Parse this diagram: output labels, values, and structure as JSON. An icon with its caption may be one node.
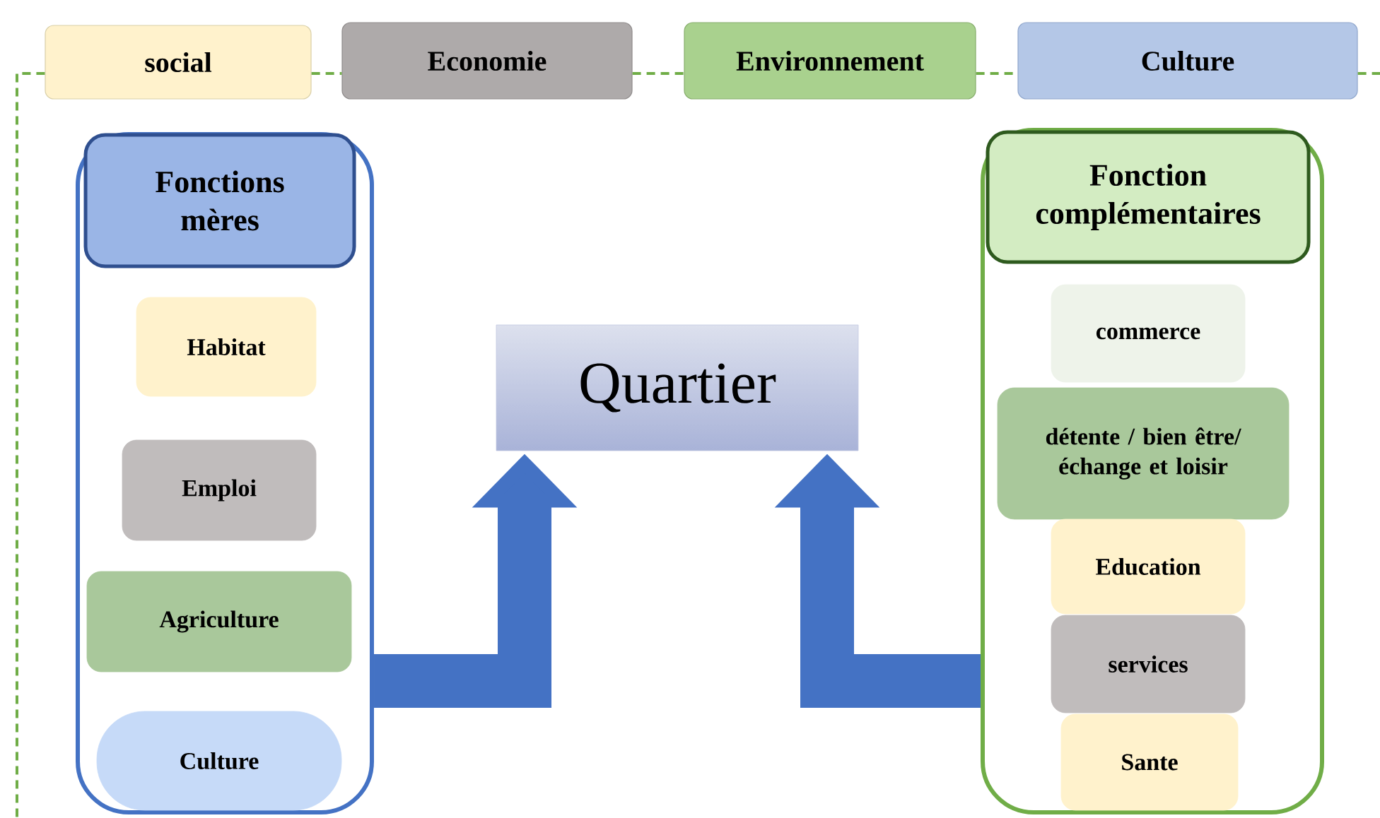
{
  "diagram": {
    "nodes": [
      {
        "text": [
          "social"
        ]
      },
      {
        "text": [
          "Economie"
        ]
      },
      {
        "text": [
          "Environnement"
        ]
      },
      {
        "text": [
          "Culture"
        ]
      },
      {
        "text": [],
        "shape": "box"
      },
      {
        "text": [
          "Fonctions mères"
        ],
        "in": 4
      },
      {
        "text": [
          "Habitat"
        ],
        "in": 4
      },
      {
        "text": [
          "Emploi"
        ],
        "in": 4
      },
      {
        "text": [
          "Agriculture"
        ],
        "in": 4
      },
      {
        "text": [
          "Culture"
        ],
        "in": 4
      },
      {
        "text": [
          "Quartier"
        ]
      },
      {
        "text": [],
        "shape": "box"
      },
      {
        "text": [
          "Fonction complémentaires"
        ],
        "in": 11
      },
      {
        "text": [
          "commerce"
        ],
        "in": 11
      },
      {
        "text": [
          "détente / bien être/ échange et loisir"
        ],
        "in": 11
      },
      {
        "text": [
          "Education"
        ],
        "in": 11
      },
      {
        "text": [
          "services"
        ],
        "in": 11
      },
      {
        "text": [
          "Sante"
        ],
        "in": 11
      }
    ],
    "edges": [
      {
        "from": 0,
        "to": null,
        "arrow": "none",
        "style": "dashed",
        "color": "#70ad47"
      },
      {
        "from": 0,
        "to": 1,
        "arrow": "none",
        "style": "dashed",
        "color": "#70ad47"
      },
      {
        "from": 1,
        "to": 2,
        "arrow": "none",
        "style": "dashed",
        "color": "#70ad47"
      },
      {
        "from": 2,
        "to": 3,
        "arrow": "none",
        "style": "dashed",
        "color": "#70ad47"
      },
      {
        "from": 3,
        "to": null,
        "arrow": "none",
        "style": "dashed",
        "color": "#70ad47"
      },
      {
        "from": 4,
        "to": 10,
        "arrow": "to",
        "style": "thick",
        "color": "#4472c4"
      },
      {
        "from": 11,
        "to": 10,
        "arrow": "to",
        "style": "thick",
        "color": "#4472c4"
      }
    ]
  }
}
